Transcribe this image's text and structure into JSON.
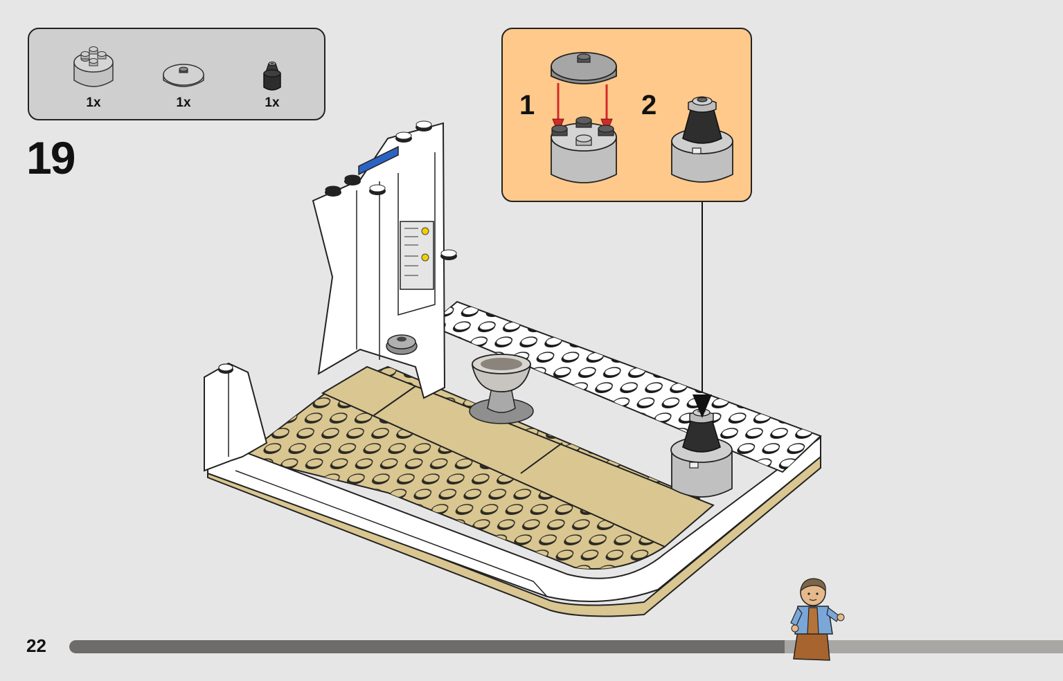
{
  "step": {
    "number": "19"
  },
  "page": {
    "number": "22",
    "progress": 0.72
  },
  "parts": [
    {
      "qty": "1x",
      "icon": "round-brick-2x2-icon",
      "color": "#c8c8c8"
    },
    {
      "qty": "1x",
      "icon": "round-tile-2x2-icon",
      "color": "#c8c8c8"
    },
    {
      "qty": "1x",
      "icon": "cone-1x1-icon",
      "color": "#333333"
    }
  ],
  "subassembly": {
    "steps": [
      {
        "label": "1",
        "icon": "round-tile-onto-round-brick-icon"
      },
      {
        "label": "2",
        "icon": "assembled-round-brick-with-cone-icon"
      }
    ],
    "arrow_color": "#d22a2a",
    "background": "#fec98a"
  },
  "colors": {
    "tan": "#d9c691",
    "white": "#ffffff",
    "light_gray": "#c8c8c8",
    "dark_gray": "#4a4a4a",
    "blue": "#2b63c2"
  }
}
